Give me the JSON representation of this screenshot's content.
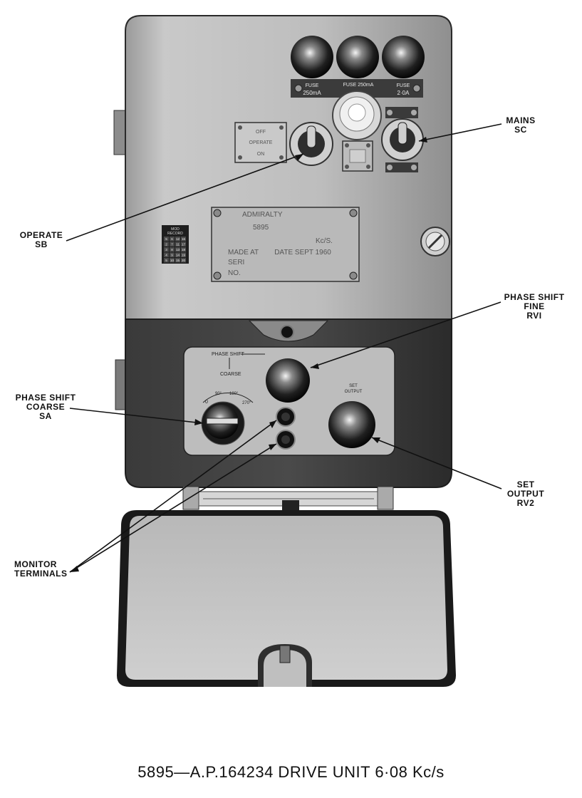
{
  "callouts": {
    "mains": [
      "MAINS",
      "SC"
    ],
    "operate": [
      "OPERATE",
      "SB"
    ],
    "phase_fine": [
      "PHASE SHIFT",
      "FINE",
      "RVI"
    ],
    "phase_coarse": [
      "PHASE SHIFT",
      "COARSE",
      "SA"
    ],
    "set_output": [
      "SET",
      "OUTPUT",
      "RV2"
    ],
    "monitor": [
      "MONITOR",
      "TERMINALS"
    ]
  },
  "panel_labels": {
    "fuse_left": "FUSE",
    "fuse_left_rating": "250mA",
    "fuse_center": "FUSE 250mA",
    "fuse_right": "FUSE",
    "fuse_right_rating": "2·0A",
    "operate_plate": [
      "OFF",
      "OPERATE",
      "ON"
    ],
    "mod_record_title": [
      "MOD",
      "RECORD"
    ],
    "mod_record_grid": [
      "5",
      "6",
      "12",
      "16",
      "2",
      "7",
      "11",
      "17",
      "3",
      "8",
      "13",
      "18",
      "4",
      "9",
      "14",
      "19",
      "5",
      "10",
      "15",
      "20"
    ],
    "nameplate_lines": [
      "ADMIRALTY",
      "5895",
      "Kc/S.",
      "MADE AT        DATE SEPT 1960",
      "SERI",
      "NO."
    ],
    "phase_shift": "PHASE SHIFT",
    "coarse": "COARSE",
    "set_output": [
      "SET",
      "OUTPUT"
    ],
    "coarse_scale": [
      "0",
      "90°",
      "180°",
      "270°"
    ]
  },
  "caption": "5895—A.P.164234 DRIVE UNIT 6·08 Kc/s"
}
